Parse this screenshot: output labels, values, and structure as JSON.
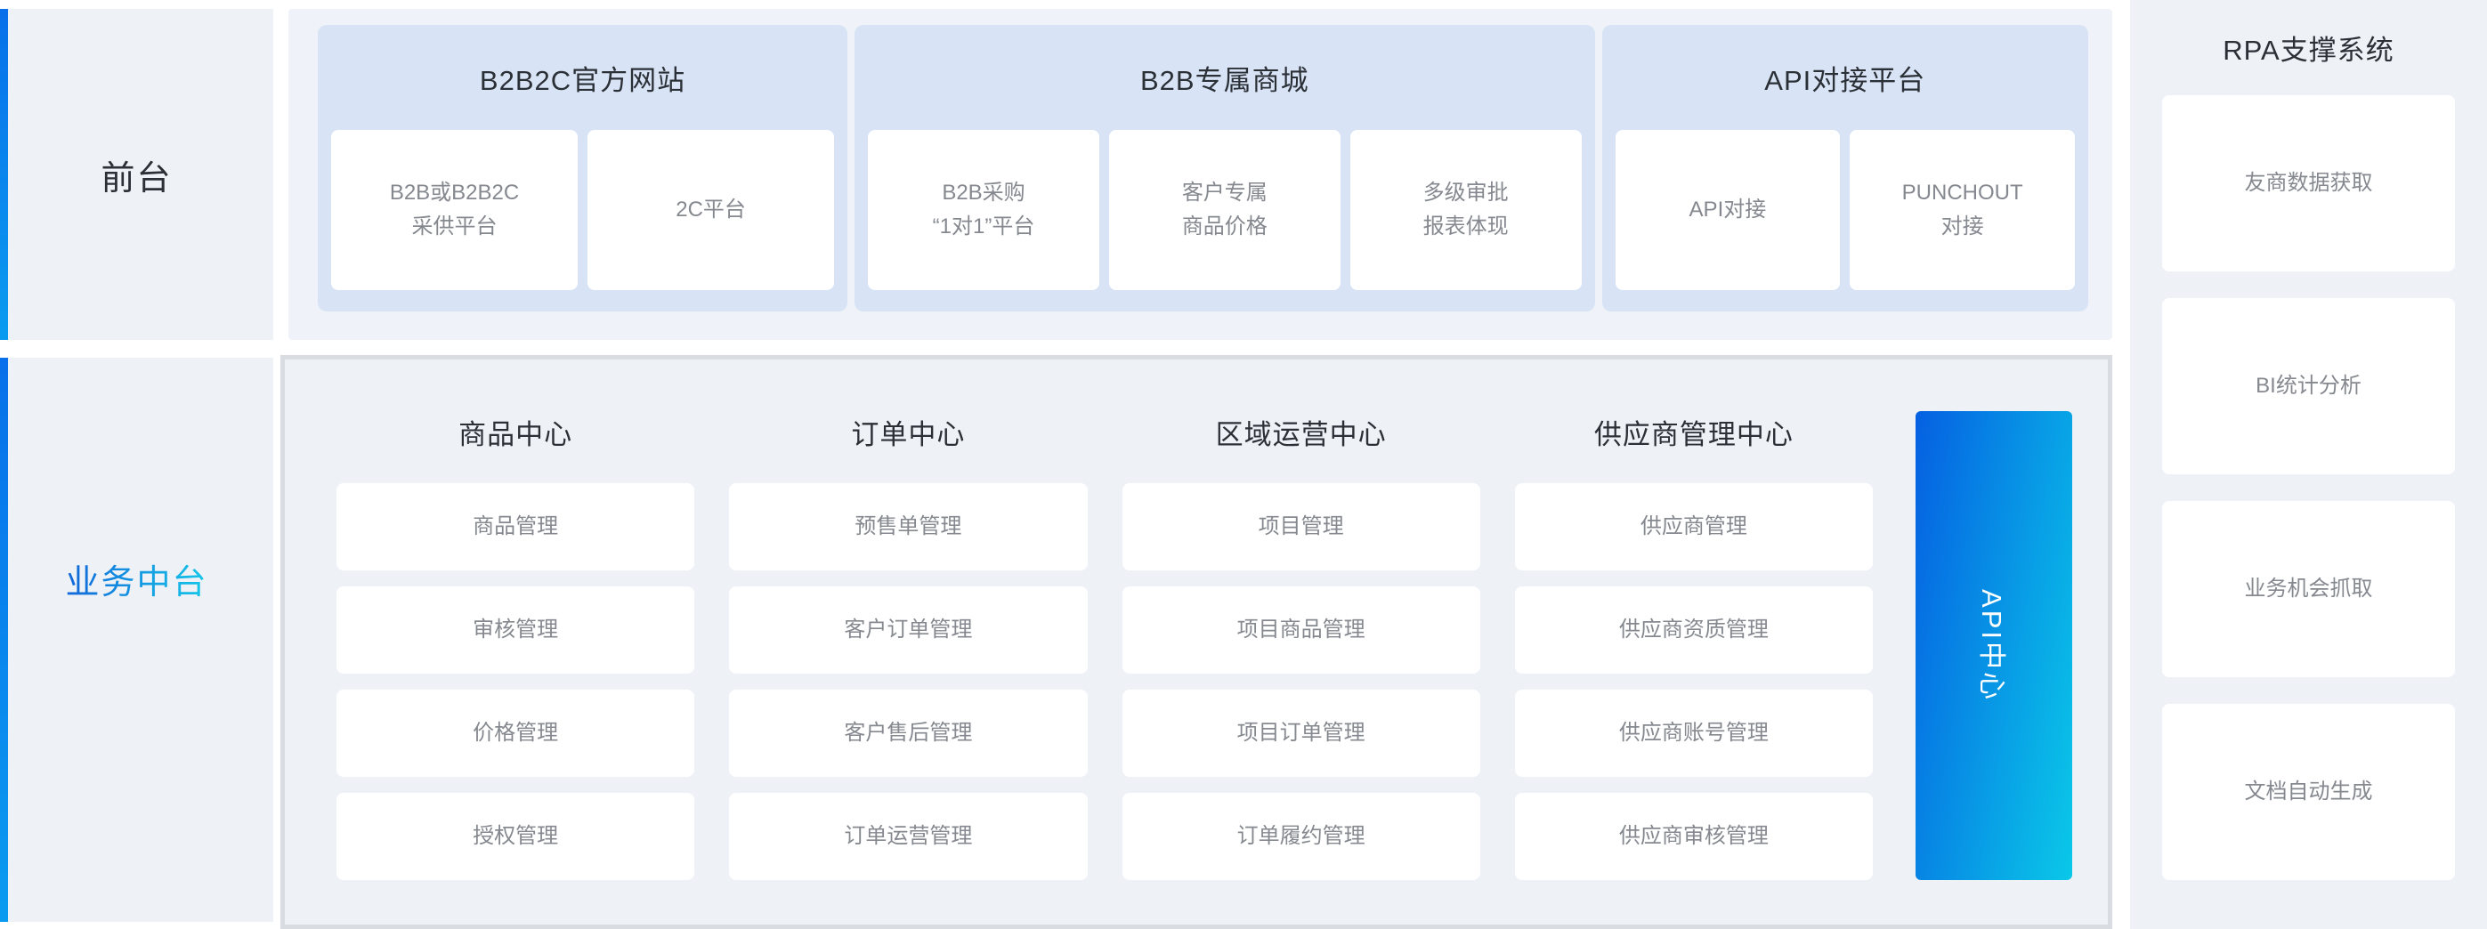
{
  "colors": {
    "page_bg": "#ffffff",
    "block_bg": "#eef2f7",
    "section_bg": "#d8e4f6",
    "panel_border": "#d9dde1",
    "accent_blue": "#0868e4",
    "accent_cyan": "#0ac8e8",
    "header_text": "#2b2f36",
    "card_text": "#85898f"
  },
  "left": {
    "front_label": "前台",
    "middle_label": "业务中台"
  },
  "top_sections": [
    {
      "title": "B2B2C官方网站",
      "cards": [
        "B2B或B2B2C\n采供平台",
        "2C平台"
      ]
    },
    {
      "title": "B2B专属商城",
      "cards": [
        "B2B采购\n“1对1”平台",
        "客户专属\n商品价格",
        "多级审批\n报表体现"
      ]
    },
    {
      "title": "API对接平台",
      "cards": [
        "API对接",
        "PUNCHOUT\n对接"
      ]
    }
  ],
  "business_center": {
    "columns": [
      {
        "title": "商品中心",
        "cards": [
          "商品管理",
          "审核管理",
          "价格管理",
          "授权管理"
        ]
      },
      {
        "title": "订单中心",
        "cards": [
          "预售单管理",
          "客户订单管理",
          "客户售后管理",
          "订单运营管理"
        ]
      },
      {
        "title": "区域运营中心",
        "cards": [
          "项目管理",
          "项目商品管理",
          "项目订单管理",
          "订单履约管理"
        ]
      },
      {
        "title": "供应商管理中心",
        "cards": [
          "供应商管理",
          "供应商资质管理",
          "供应商账号管理",
          "供应商审核管理"
        ]
      }
    ],
    "api_bar_label": "API中心"
  },
  "rpa": {
    "title": "RPA支撑系统",
    "cards": [
      "友商数据获取",
      "BI统计分析",
      "业务机会抓取",
      "文档自动生成"
    ]
  }
}
